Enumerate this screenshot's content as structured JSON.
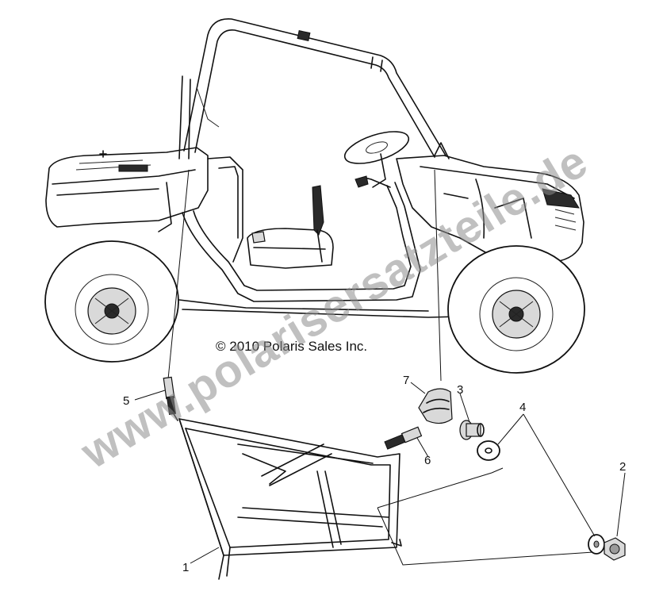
{
  "copyright": "© 2010 Polaris Sales Inc.",
  "watermark": "www.polarisersatzteile.de",
  "callouts": [
    {
      "id": "1",
      "label": "1",
      "part": "frame-net-support"
    },
    {
      "id": "2",
      "label": "2",
      "part": "nut"
    },
    {
      "id": "3",
      "label": "3",
      "part": "push-rivet"
    },
    {
      "id": "4",
      "label": "4",
      "part": "washer"
    },
    {
      "id": "5",
      "label": "5",
      "part": "latch-pin-upper"
    },
    {
      "id": "6",
      "label": "6",
      "part": "latch-pin-lower"
    },
    {
      "id": "7",
      "label": "7",
      "part": "latch-bracket"
    }
  ],
  "colors": {
    "line": "#111111",
    "watermark": "#8c8c8c",
    "background": "#ffffff"
  }
}
